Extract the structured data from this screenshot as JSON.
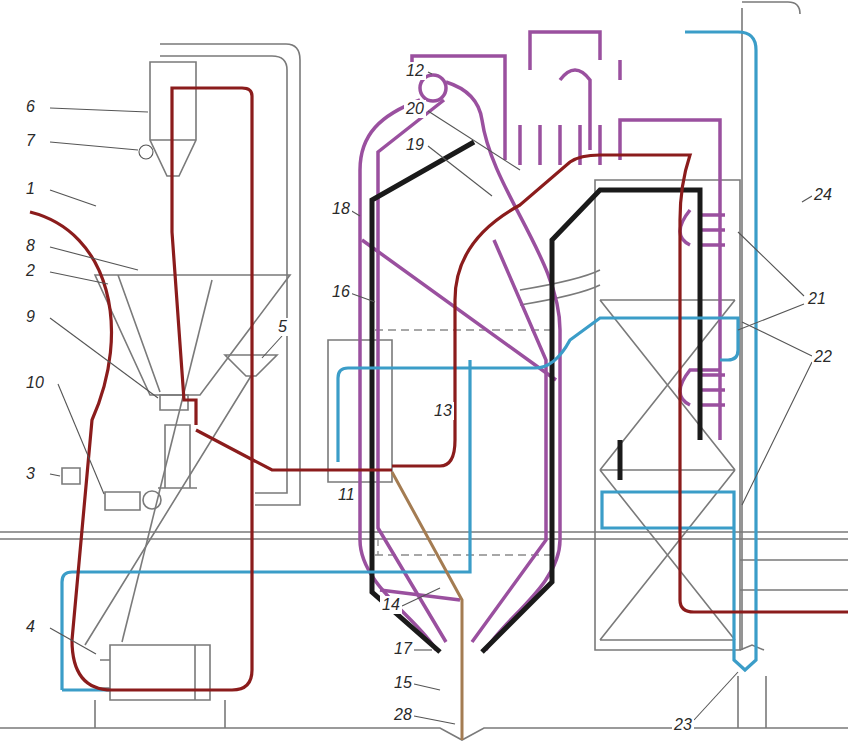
{
  "diagram": {
    "labels": [
      "6",
      "7",
      "1",
      "8",
      "2",
      "9",
      "10",
      "3",
      "4",
      "5",
      "12",
      "20",
      "19",
      "18",
      "16",
      "13",
      "11",
      "14",
      "17",
      "15",
      "28",
      "21",
      "22",
      "24",
      "23"
    ]
  }
}
